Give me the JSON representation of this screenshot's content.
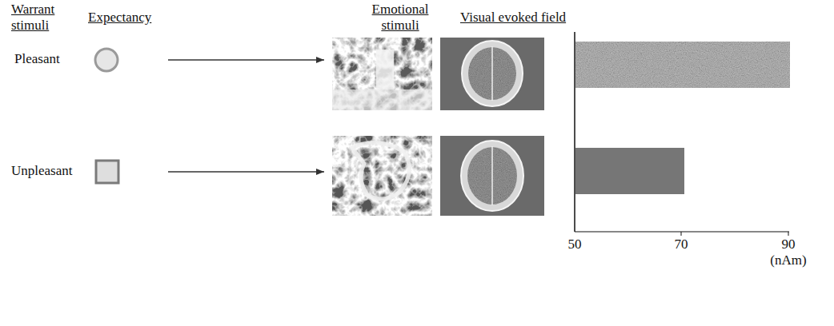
{
  "diagram": {
    "labels": [
      "Warrant stimuli",
      "Expectancy",
      "Emotional stimuli",
      "Visual evoked field",
      "Pleasant",
      "Unpleasant",
      "50",
      "70",
      "90",
      "(nAm)"
    ]
  }
}
